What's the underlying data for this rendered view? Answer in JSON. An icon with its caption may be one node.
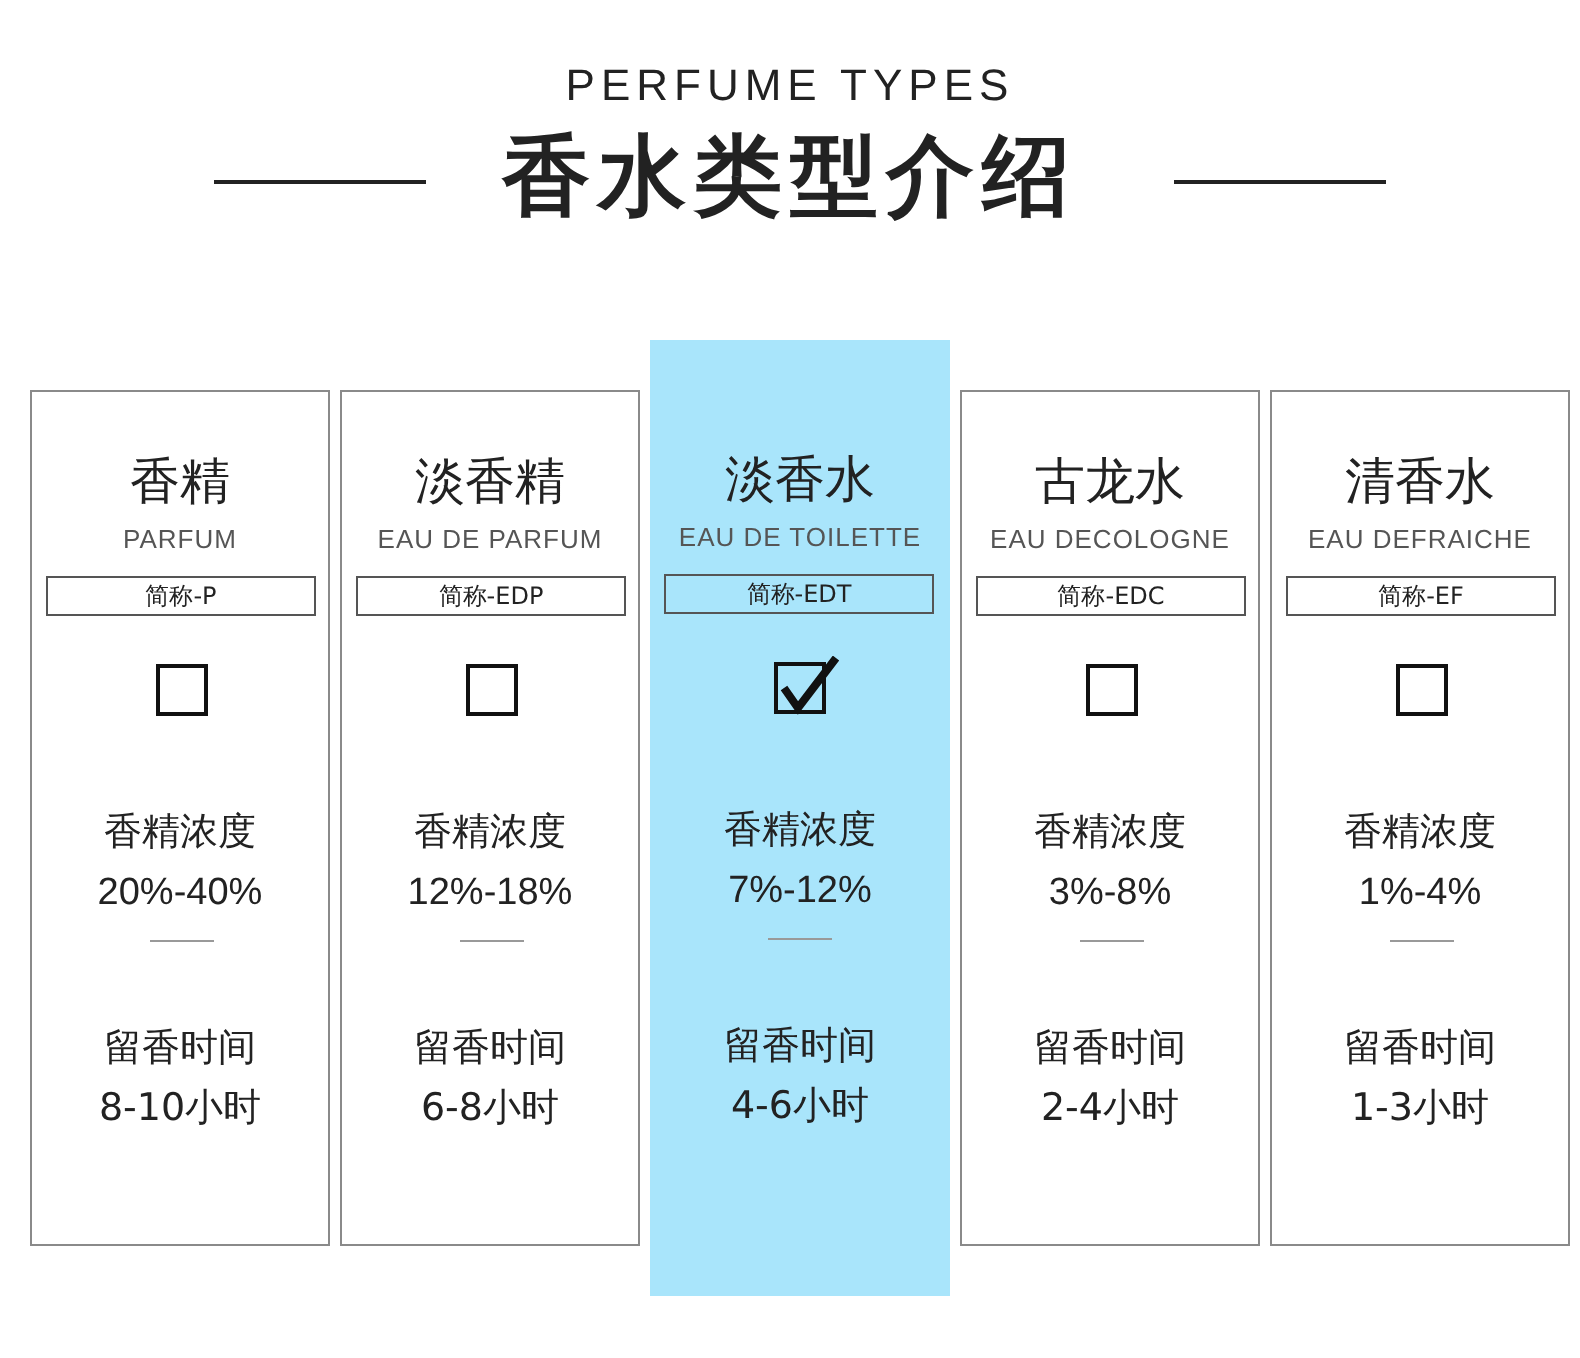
{
  "diagram": {
    "title": "香水类型介绍",
    "nodes": [
      {
        "text": [
          "香精",
          "PARFUM",
          "香精浓度",
          "20%-40%",
          "留香时间",
          "8-10小时"
        ]
      },
      {
        "text": [
          "简称-P"
        ],
        "in": 0
      },
      {
        "text": [],
        "shape": "box",
        "in": 0
      },
      {
        "text": [
          "淡香精",
          "EAU DE PARFUM",
          "香精浓度",
          "12%-18%",
          "留香时间",
          "6-8小时"
        ]
      },
      {
        "text": [
          "简称-EDP"
        ],
        "in": 3
      },
      {
        "text": [],
        "shape": "box",
        "in": 3
      },
      {
        "text": [
          "淡香水",
          "EAU DE TOILETTE",
          "香精浓度",
          "7%-12%",
          "留香时间",
          "4-6小时"
        ]
      },
      {
        "text": [
          "简称-EDT"
        ],
        "in": 6
      },
      {
        "text": [],
        "shape": "checkmark",
        "in": 6
      },
      {
        "text": [
          "古龙水",
          "EAU DECOLOGNE",
          "香精浓度",
          "3%-8%",
          "留香时间",
          "2-4小时"
        ]
      },
      {
        "text": [
          "简称-EDC"
        ],
        "in": 9
      },
      {
        "text": [],
        "shape": "box",
        "in": 9
      },
      {
        "text": [
          "清香水",
          "EAU DEFRAICHE",
          "香精浓度",
          "1%-4%",
          "留香时间",
          "1-3小时"
        ]
      },
      {
        "text": [
          "简称-EF"
        ],
        "in": 12
      },
      {
        "text": [],
        "shape": "box",
        "in": 12
      }
    ],
    "labels": [
      "PERFUME TYPES"
    ]
  }
}
